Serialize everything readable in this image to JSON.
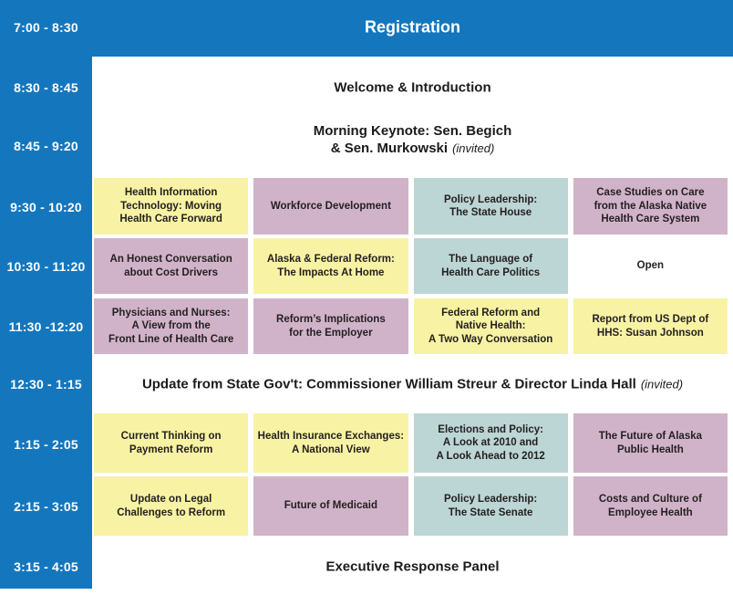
{
  "palette": {
    "header_blue": "#1477BE",
    "session_yellow": "#F8F3A4",
    "session_mauve": "#D0B3C9",
    "session_teal": "#BCD5D5",
    "session_open_white": "#FFFFFF",
    "time_text": "#FFFFFF",
    "body_text": "#231F20"
  },
  "registration": {
    "time": "7:00 - 8:30",
    "title": "Registration"
  },
  "welcome": {
    "time": "8:30 - 8:45",
    "title": "Welcome & Introduction"
  },
  "keynote": {
    "time": "8:45 - 9:20",
    "line1": "Morning Keynote:  Sen. Begich",
    "line2": "& Sen. Murkowski",
    "invited": "(invited)"
  },
  "update": {
    "time": "12:30 - 1:15",
    "title": "Update from State Gov't:  Commissioner William Streur & Director Linda Hall",
    "invited": "(invited)"
  },
  "executive": {
    "time": "3:15 - 4:05",
    "title": "Executive Response Panel"
  },
  "grid_rows": [
    {
      "time": "9:30 - 10:20",
      "cells": [
        {
          "title": "Health Information\nTechnology:  Moving\nHealth Care Forward",
          "color": "yellow"
        },
        {
          "title": "Workforce Development",
          "color": "mauve"
        },
        {
          "title": "Policy Leadership:\nThe State House",
          "color": "teal"
        },
        {
          "title": "Case Studies on Care\nfrom the Alaska Native\nHealth Care System",
          "color": "mauve"
        }
      ]
    },
    {
      "time": "10:30 - 11:20",
      "cells": [
        {
          "title": "An Honest Conversation\nabout Cost Drivers",
          "color": "mauve"
        },
        {
          "title": "Alaska & Federal Reform:\nThe Impacts At Home",
          "color": "yellow"
        },
        {
          "title": "The Language of\nHealth Care Politics",
          "color": "teal"
        },
        {
          "title": "Open",
          "color": "white"
        }
      ]
    },
    {
      "time": "11:30 -12:20",
      "cells": [
        {
          "title": "Physicians and Nurses:\nA View from the\nFront Line of Health Care",
          "color": "mauve"
        },
        {
          "title": "Reform’s Implications\nfor the Employer",
          "color": "mauve"
        },
        {
          "title": "Federal Reform and\nNative Health:\nA Two Way Conversation",
          "color": "yellow"
        },
        {
          "title": "Report from US Dept of\nHHS:  Susan Johnson",
          "color": "yellow"
        }
      ]
    },
    {
      "time": "1:15 - 2:05",
      "cells": [
        {
          "title": "Current Thinking on\nPayment Reform",
          "color": "yellow"
        },
        {
          "title": "Health Insurance Exchanges:\nA National View",
          "color": "yellow"
        },
        {
          "title": "Elections and Policy:\nA Look at 2010 and\nA Look Ahead to 2012",
          "color": "teal"
        },
        {
          "title": "The Future of Alaska\nPublic Health",
          "color": "mauve"
        }
      ]
    },
    {
      "time": "2:15 - 3:05",
      "cells": [
        {
          "title": "Update on Legal\nChallenges to Reform",
          "color": "yellow"
        },
        {
          "title": "Future of Medicaid",
          "color": "mauve"
        },
        {
          "title": "Policy Leadership:\nThe State Senate",
          "color": "teal"
        },
        {
          "title": "Costs and Culture of\nEmployee Health",
          "color": "mauve"
        }
      ]
    }
  ]
}
